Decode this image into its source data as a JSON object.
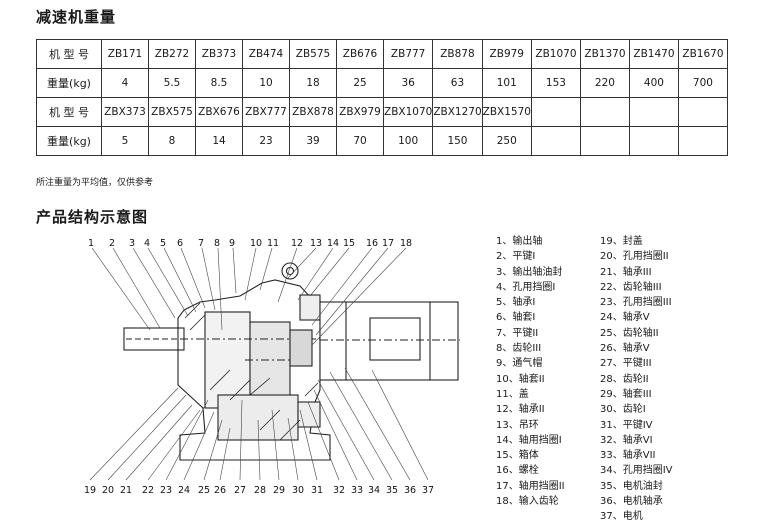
{
  "titles": {
    "weights": "减速机重量",
    "structure": "产品结构示意图"
  },
  "weight_table": {
    "row1_label": "机 型 号",
    "row1": [
      "ZB171",
      "ZB272",
      "ZB373",
      "ZB474",
      "ZB575",
      "ZB676",
      "ZB777",
      "ZB878",
      "ZB979",
      "ZB1070",
      "ZB1370",
      "ZB1470",
      "ZB1670"
    ],
    "row2_label": "重量(kg)",
    "row2": [
      "4",
      "5.5",
      "8.5",
      "10",
      "18",
      "25",
      "36",
      "63",
      "101",
      "153",
      "220",
      "400",
      "700"
    ],
    "row3_label": "机 型 号",
    "row3": [
      "ZBX373",
      "ZBX575",
      "ZBX676",
      "ZBX777",
      "ZBX878",
      "ZBX979",
      "ZBX1070",
      "ZBX1270",
      "ZBX1570",
      "",
      "",
      "",
      ""
    ],
    "row4_label": "重量(kg)",
    "row4": [
      "5",
      "8",
      "14",
      "23",
      "39",
      "70",
      "100",
      "150",
      "250",
      "",
      "",
      "",
      ""
    ]
  },
  "note": "所注重量为平均值，仅供参考",
  "top_numbers": [
    "1",
    "2",
    "3",
    "4",
    "5",
    "6",
    "7",
    "8",
    "9",
    "10",
    "11",
    "12",
    "13",
    "14",
    "15",
    "16",
    "17",
    "18"
  ],
  "bottom_numbers": [
    "19",
    "20",
    "21",
    "22",
    "23",
    "24",
    "25",
    "26",
    "27",
    "28",
    "29",
    "30",
    "31",
    "32",
    "33",
    "34",
    "35",
    "36",
    "37"
  ],
  "parts_col1": [
    "1、输出轴",
    "2、平键I",
    "3、输出轴油封",
    "4、孔用挡圈I",
    "5、轴承I",
    "6、轴套I",
    "7、平键II",
    "8、齿轮III",
    "9、通气帽",
    "10、轴套II",
    "11、盖",
    "12、轴承II",
    "13、吊环",
    "14、轴用挡圈I",
    "15、箱体",
    "16、螺栓",
    "17、轴用挡圈II",
    "18、输入齿轮"
  ],
  "parts_col2": [
    "19、封盖",
    "20、孔用挡圈II",
    "21、轴承III",
    "22、齿轮轴III",
    "23、孔用挡圈III",
    "24、轴承V",
    "25、齿轮轴II",
    "26、轴承V",
    "27、平键III",
    "28、齿轮II",
    "29、轴套III",
    "30、齿轮I",
    "31、平键IV",
    "32、轴承VI",
    "33、轴承VII",
    "34、孔用挡圈IV",
    "35、电机油封",
    "36、电机轴承",
    "37、电机"
  ]
}
